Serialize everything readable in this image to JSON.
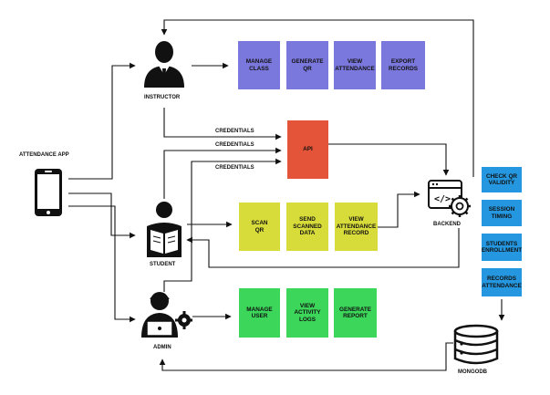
{
  "app_label": "ATTENDANCE APP",
  "actors": {
    "instructor": "INSTRUCTOR",
    "student": "STUDENT",
    "admin": "ADMIN",
    "backend": "BACKEND",
    "database": "MONGODB"
  },
  "credentials": [
    "CREDENTIALS",
    "CREDENTIALS",
    "CREDENTIALS"
  ],
  "instructor_actions": [
    "MANAGE\nCLASS",
    "GENERATE\nQR",
    "VIEW\nATTENDANCE",
    "EXPORT\nRECORDS"
  ],
  "student_actions": [
    "SCAN\nQR",
    "SEND\nSCANNED\nDATA",
    "VIEW\nATTENDANCE\nRECORD"
  ],
  "admin_actions": [
    "MANAGE\nUSER",
    "VIEW\nACTIVITY\nLOGS",
    "GENERATE\nREPORT"
  ],
  "api": "API",
  "backend_tasks": [
    "CHECK QR\nVALIDITY",
    "SESSION\nTIMING",
    "STUDENTS\nENROLLMENT",
    "RECORDS\nATTENDANCE"
  ],
  "colors": {
    "instructor": "#7b78dd",
    "student": "#d8dc3a",
    "admin": "#3cd65a",
    "api": "#e35438",
    "backend": "#2497e0"
  }
}
